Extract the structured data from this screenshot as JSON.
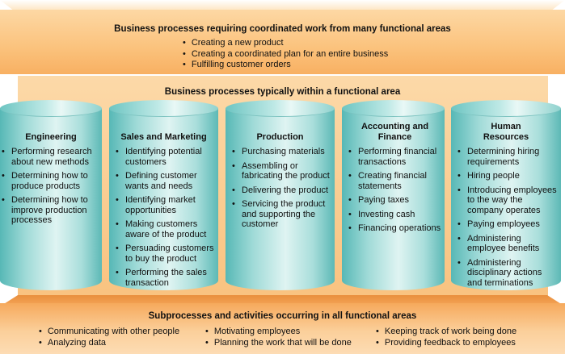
{
  "top": {
    "heading": "Business processes requiring coordinated work from many functional areas",
    "items": [
      "Creating a new product",
      "Creating a coordinated plan for an entire business",
      "Fulfilling customer orders"
    ]
  },
  "middle": {
    "heading": "Business processes typically within a functional area"
  },
  "areas": [
    {
      "title": "Engineering",
      "items": [
        "Performing research about new methods",
        "Determining how to produce products",
        "Determining how to improve production processes"
      ]
    },
    {
      "title": "Sales and Marketing",
      "items": [
        "Identifying potential customers",
        "Defining customer wants and needs",
        "Identifying market opportunities",
        "Making customers aware of the product",
        "Persuading customers to buy the product",
        "Performing the sales transaction"
      ]
    },
    {
      "title": "Production",
      "items": [
        "Purchasing materials",
        "Assembling or fabricating the product",
        "Delivering the product",
        "Servicing the product and supporting the customer"
      ]
    },
    {
      "title": "Accounting and Finance",
      "items": [
        "Performing financial transactions",
        "Creating financial statements",
        "Paying taxes",
        "Investing cash",
        "Financing operations"
      ]
    },
    {
      "title": "Human Resources",
      "items": [
        "Determining hiring requirements",
        "Hiring people",
        "Introducing employees to the way the company operates",
        "Paying employees",
        "Administering employee benefits",
        "Administering disciplinary actions and terminations"
      ]
    }
  ],
  "bottom": {
    "heading": "Subprocesses and activities occurring in all functional areas",
    "columns": [
      [
        "Communicating with other people",
        "Analyzing data"
      ],
      [
        "Motivating employees",
        "Planning the work that will be done"
      ],
      [
        "Keeping track of work being done",
        "Providing feedback to employees"
      ]
    ]
  }
}
